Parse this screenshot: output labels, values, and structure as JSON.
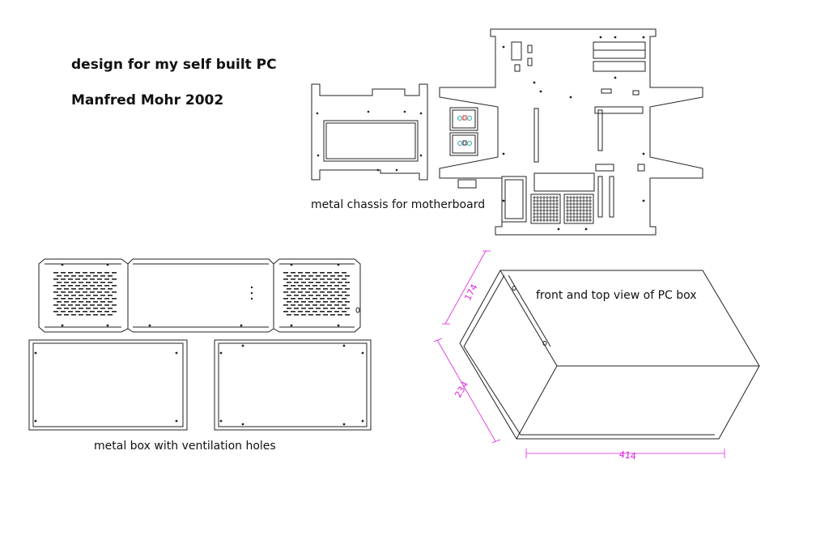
{
  "title": "design for my self built PC",
  "author_line": "Manfred Mohr  2002",
  "captions": {
    "chassis": "metal chassis for motherboard",
    "box": "metal box with ventilation holes",
    "iso": "front and top view of PC box"
  },
  "dimensions": {
    "depth": "174",
    "height": "234",
    "width": "414"
  },
  "colors": {
    "line": "#222222",
    "dimension": "#e020e0"
  }
}
